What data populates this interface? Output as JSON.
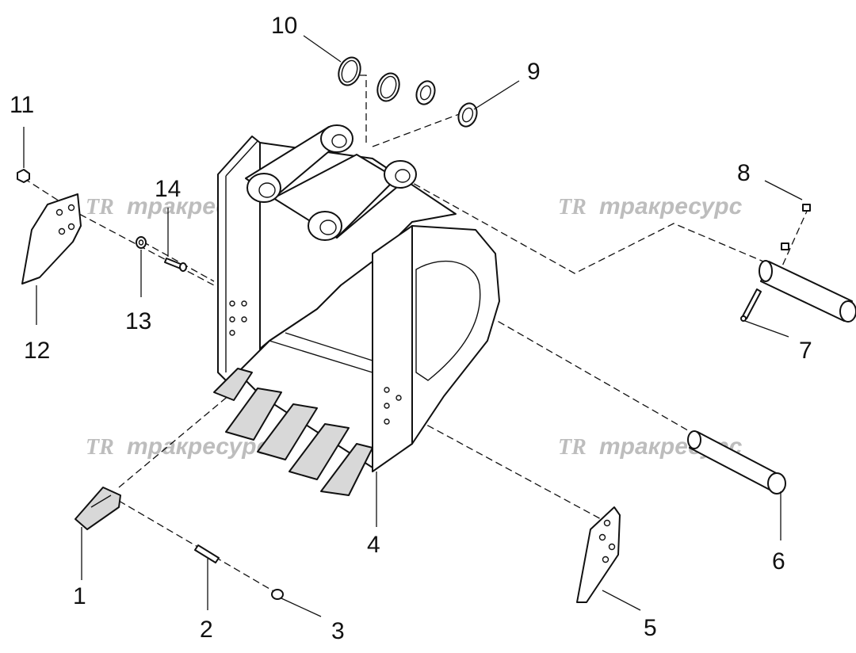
{
  "watermark": {
    "logo": "TR",
    "text": "тракресурс",
    "accent_color": "#bdbdbd"
  },
  "callouts": [
    "1",
    "2",
    "3",
    "4",
    "5",
    "6",
    "7",
    "8",
    "9",
    "10",
    "11",
    "12",
    "13",
    "14"
  ],
  "colors": {
    "line": "#111111",
    "background": "#ffffff",
    "shade": "#d8d8d8"
  }
}
